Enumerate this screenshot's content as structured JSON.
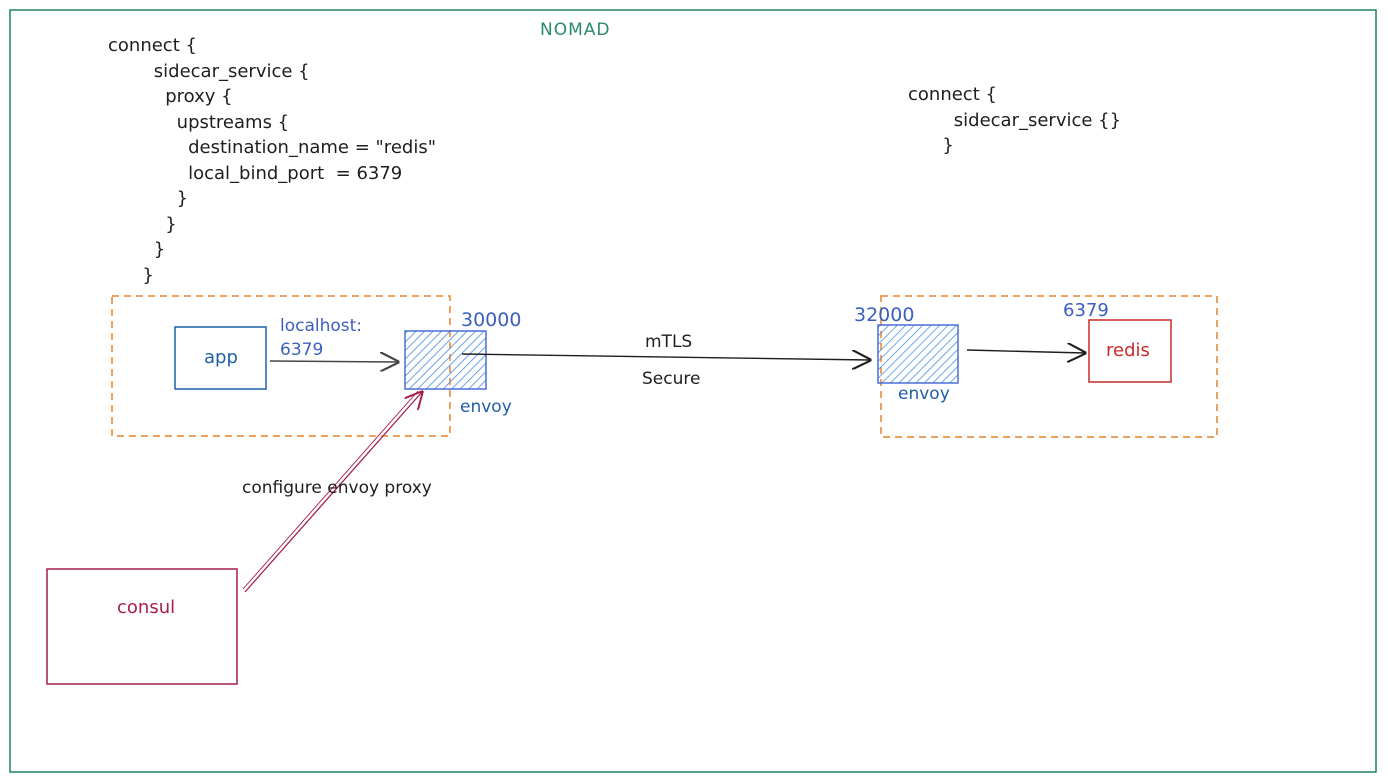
{
  "diagram": {
    "title": "NOMAD",
    "left_config": [
      "connect {",
      "        sidecar_service {",
      "          proxy {",
      "            upstreams {",
      "              destination_name = \"redis\"",
      "              local_bind_port  = 6379",
      "            }",
      "          }",
      "        }",
      "      }"
    ],
    "right_config": [
      "connect {",
      "        sidecar_service {}",
      "      }"
    ],
    "nodes": {
      "app": "app",
      "envoy_left": "envoy",
      "envoy_right": "envoy",
      "redis": "redis",
      "consul": "consul"
    },
    "ports": {
      "left_envoy": "30000",
      "right_envoy": "32000",
      "redis": "6379"
    },
    "edges": {
      "app_to_envoy": "localhost:\n6379",
      "envoy_to_envoy_top": "mTLS",
      "envoy_to_envoy_bottom": "Secure",
      "consul_to_envoy": "configure envoy proxy"
    },
    "colors": {
      "frame": "#2b8a6e",
      "group_border": "#e8832a",
      "app": "#1f5fa8",
      "envoy": "#4a6fd6",
      "redis": "#c92a2a",
      "consul": "#a61e4d",
      "arrow": "#1e1e1e"
    }
  }
}
